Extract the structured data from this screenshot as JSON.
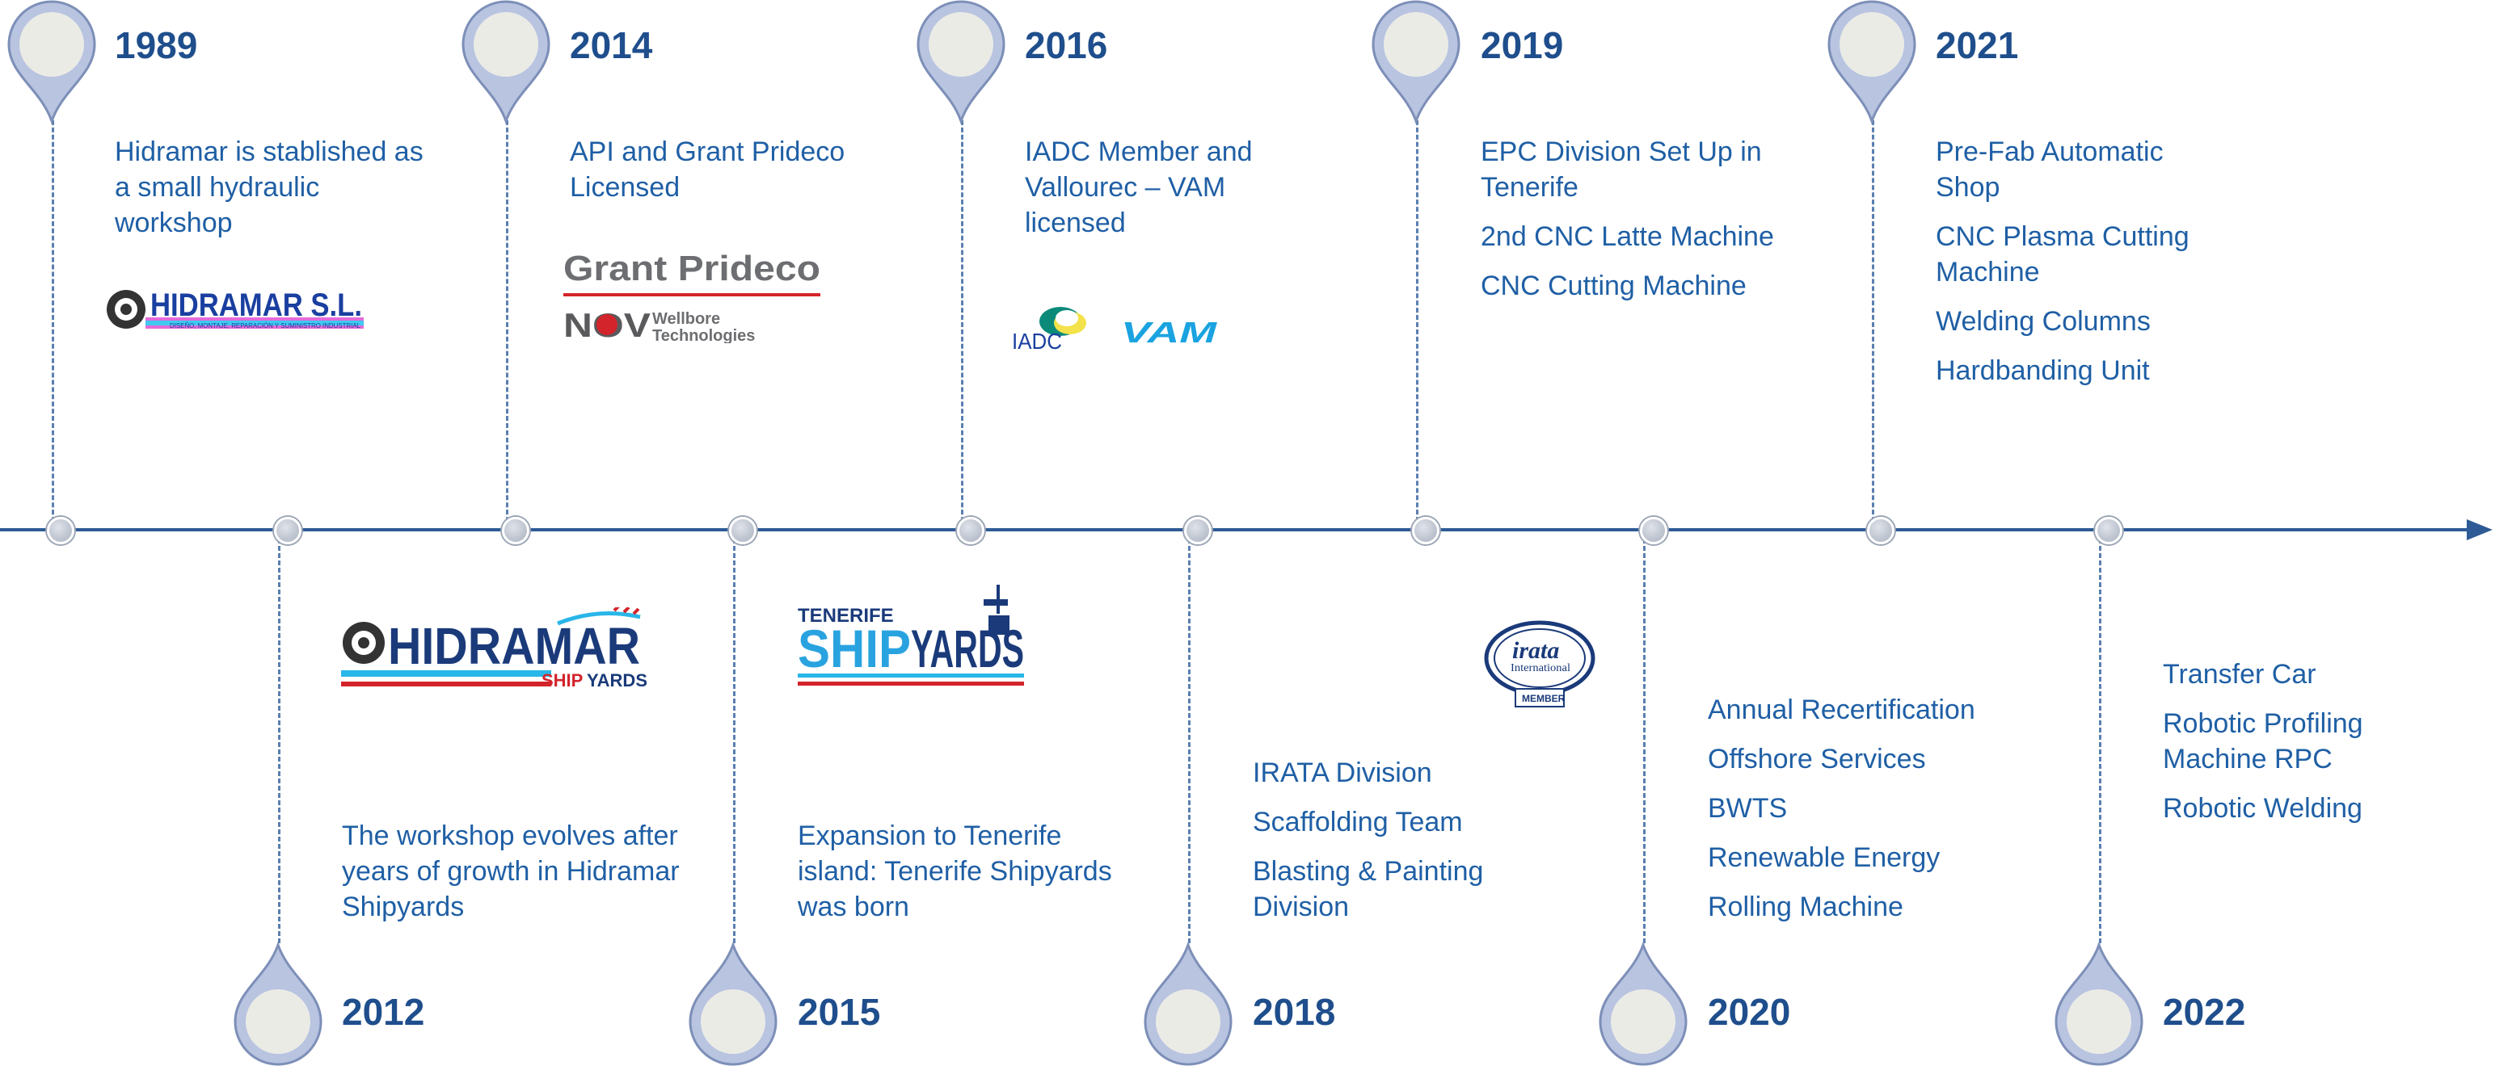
{
  "timeline": {
    "top_events": [
      {
        "year": "1989",
        "description": "Hidramar is stablished as a small hydraulic workshop",
        "logo": "hidramar-sl-logo"
      },
      {
        "year": "2014",
        "description": "API and Grant Prideco Licensed",
        "logo": "grant-prideco-nov-logo"
      },
      {
        "year": "2016",
        "description": "IADC Member and Vallourec – VAM licensed",
        "logo": "iadc-vam-logo"
      },
      {
        "year": "2019",
        "items": [
          "EPC Division Set Up in Tenerife",
          "2nd CNC Latte Machine",
          "CNC Cutting Machine"
        ]
      },
      {
        "year": "2021",
        "items": [
          "Pre-Fab Automatic Shop",
          "CNC Plasma Cutting Machine",
          "Welding Columns",
          "Hardbanding Unit"
        ]
      }
    ],
    "bottom_events": [
      {
        "year": "2012",
        "description": "The workshop evolves after years of growth in Hidramar Shipyards",
        "logo": "hidramar-shipyards-logo"
      },
      {
        "year": "2015",
        "description": "Expansion to Tenerife island: Tenerife Shipyards was born",
        "logo": "tenerife-shipyards-logo"
      },
      {
        "year": "2018",
        "items": [
          "IRATA Division",
          "Scaffolding Team",
          "Blasting & Painting Division"
        ]
      },
      {
        "year": "2020",
        "items": [
          "Annual Recertification",
          "Offshore Services",
          "BWTS",
          "Renewable Energy",
          "Rolling Machine"
        ],
        "logo": "irata-logo"
      },
      {
        "year": "2022",
        "items": [
          "Transfer Car",
          "Robotic Profiling Machine RPC",
          "Robotic Welding"
        ]
      }
    ]
  },
  "logos": {
    "hidramar_sl": {
      "text": "HIDRAMAR S.L.",
      "subtext": "DISEÑO, MONTAJE, REPARACIÓN Y SUMINISTRO INDUSTRIAL"
    },
    "grant_prideco": {
      "text": "Grant Prideco",
      "nov": "NOV",
      "wellbore": "Wellbore",
      "technologies": "Technologies"
    },
    "iadc": {
      "text": "IADC"
    },
    "vam": {
      "text": "VAM"
    },
    "hidramar_shipyards": {
      "text": "HIDRAMAR",
      "ship": "SHIP",
      "yards": "YARDS"
    },
    "tenerife_shipyards": {
      "text": "TENERIFE",
      "ship": "SHIP",
      "yards": "YARDS"
    },
    "irata": {
      "text": "irata",
      "sub": "International",
      "member": "MEMBER"
    }
  },
  "colors": {
    "accent": "#1f4e8c",
    "text": "#1f5fa5",
    "pin": "#b8c4e0",
    "red": "#d3242b",
    "cyan": "#29b6e8"
  }
}
